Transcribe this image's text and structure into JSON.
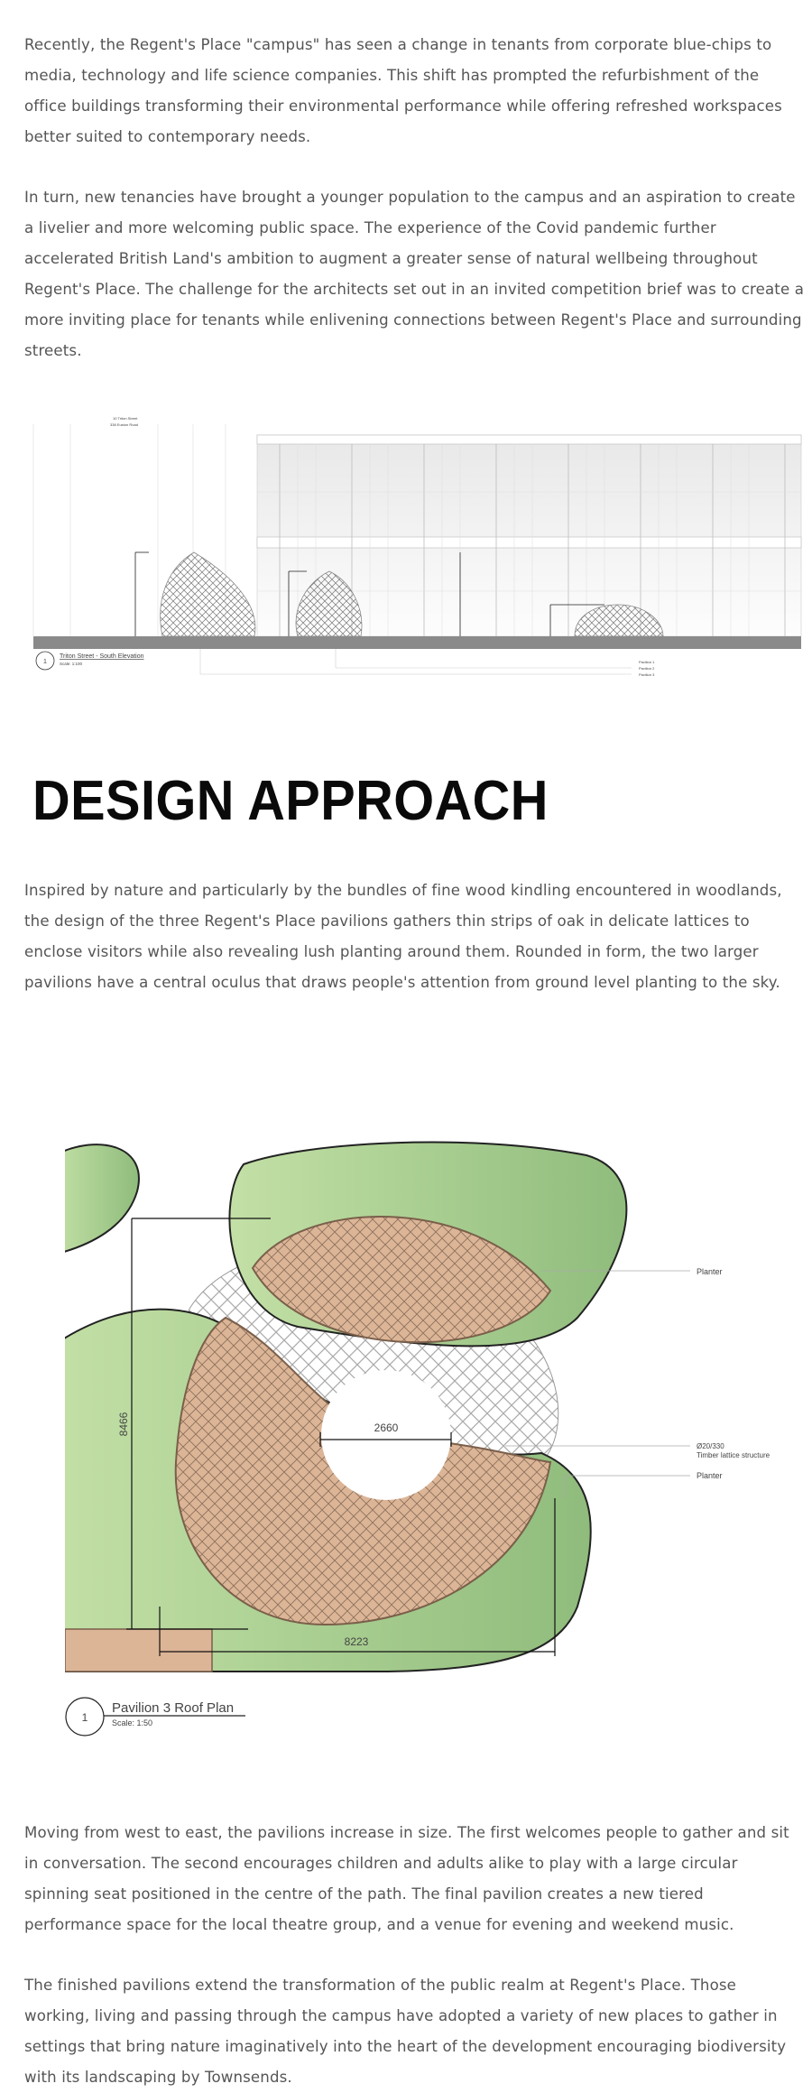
{
  "paragraphs": [
    "Recently, the Regent's Place \"campus\" has seen a change in tenants from corporate blue-chips to media, technology and life science companies. This shift has prompted the refurbishment of the office buildings transforming their environmental performance while offering refreshed workspaces better suited to contemporary needs.",
    "In turn, new tenancies have brought a younger population to the campus and an aspiration to create a livelier and more welcoming public space. The experience of the Covid pandemic further accelerated British Land's ambition to augment a greater sense of natural wellbeing throughout Regent's Place. The challenge for the architects set out in an invited competition brief was to create a more inviting place for tenants while enlivening connections between Regent's Place and surrounding streets.",
    "Inspired by nature and particularly by the bundles of fine wood kindling encountered in woodlands, the design of the three Regent's Place pavilions gathers thin strips of oak in delicate lattices to enclose visitors while also revealing lush planting around them. Rounded in form, the two larger pavilions have a central oculus that draws people's attention from ground level planting to the sky.",
    "Moving from west to east, the pavilions increase in size. The first welcomes people to gather and sit in conversation. The second encourages children and adults alike to play with a large circular spinning seat positioned in the centre of the path. The final pavilion creates a new tiered performance space for the local theatre group, and a venue for evening and weekend music.",
    "The finished pavilions extend the transformation of the public realm at Regent's Place. Those working, living and passing through the campus have adopted a variety of new places to gather in settings that bring nature imaginatively into the heart of the development encouraging biodiversity with its landscaping by Townsends."
  ],
  "heading": "DESIGN APPROACH",
  "elevation": {
    "title": "Triton Street - South Elevation",
    "scale": "Scale: 1:100",
    "number": "1",
    "top_labels": [
      "10 Triton Street",
      "338 Euston Road"
    ],
    "pavilion_labels": [
      "Pavilion 1",
      "Pavilion 2",
      "Pavilion 3"
    ]
  },
  "plan": {
    "title": "Pavilion 3 Roof Plan",
    "scale": "Scale: 1:50",
    "number": "1",
    "labels": {
      "planter_top": "Planter",
      "lattice_spec": "Ø20/330",
      "lattice_desc": "Timber lattice structure",
      "planter_bottom": "Planter"
    },
    "dimensions": {
      "vertical": "8466",
      "oculus": "2660",
      "horizontal": "8223"
    }
  },
  "colors": {
    "text": "#555555",
    "planter_green": "#a9cf8e",
    "timber": "#dcb597"
  }
}
